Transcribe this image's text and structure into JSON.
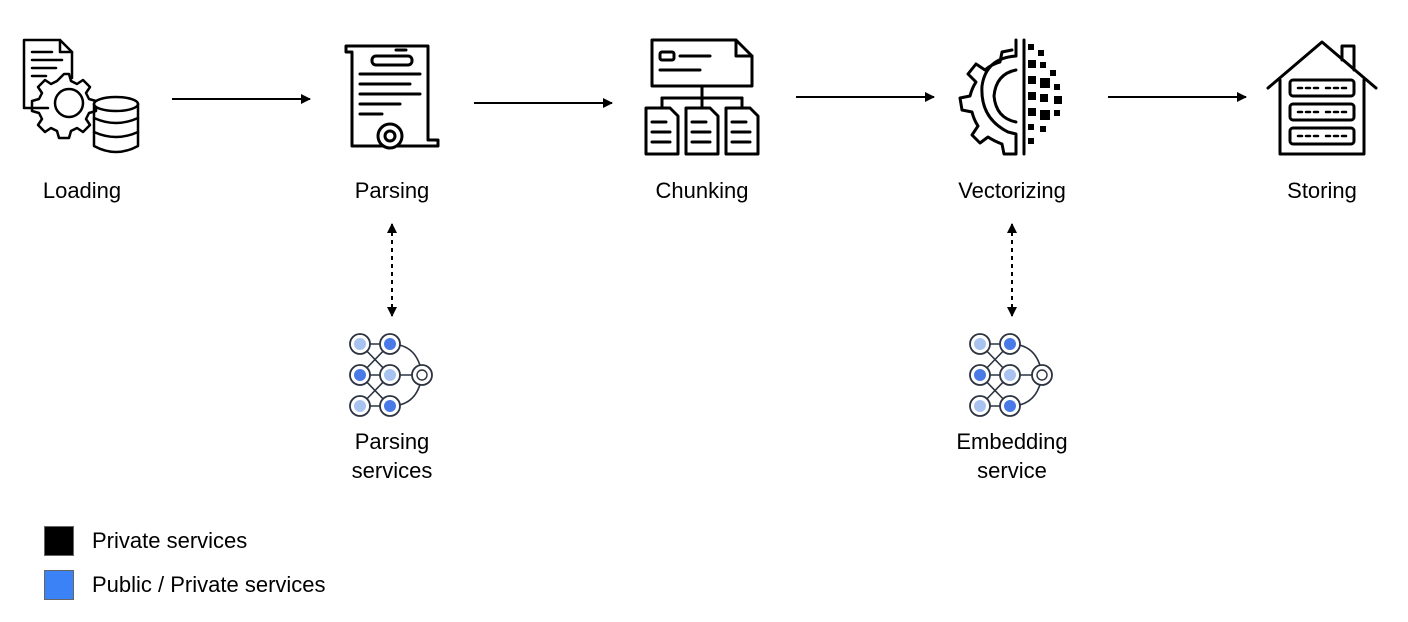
{
  "stages": [
    {
      "id": "loading",
      "label": "Loading",
      "icon": "document-gear-database-icon"
    },
    {
      "id": "parsing",
      "label": "Parsing",
      "icon": "certificate-document-icon"
    },
    {
      "id": "chunking",
      "label": "Chunking",
      "icon": "document-split-icon"
    },
    {
      "id": "vectorizing",
      "label": "Vectorizing",
      "icon": "gear-pixel-vector-icon"
    },
    {
      "id": "storing",
      "label": "Storing",
      "icon": "server-house-icon"
    }
  ],
  "services": [
    {
      "id": "parsing-services",
      "line1": "Parsing",
      "line2": "services",
      "icon": "neural-network-icon",
      "attached_to": "parsing"
    },
    {
      "id": "embedding-service",
      "line1": "Embedding",
      "line2": "service",
      "icon": "neural-network-icon",
      "attached_to": "vectorizing"
    }
  ],
  "legend": [
    {
      "label": "Private services",
      "color": "#000000"
    },
    {
      "label": "Public / Private services",
      "color": "#3b82f6"
    }
  ],
  "colors": {
    "ink": "#000000",
    "accent_blue": "#4a7ae6",
    "light_blue": "#a9c3f0",
    "node_stroke": "#2c3340"
  }
}
